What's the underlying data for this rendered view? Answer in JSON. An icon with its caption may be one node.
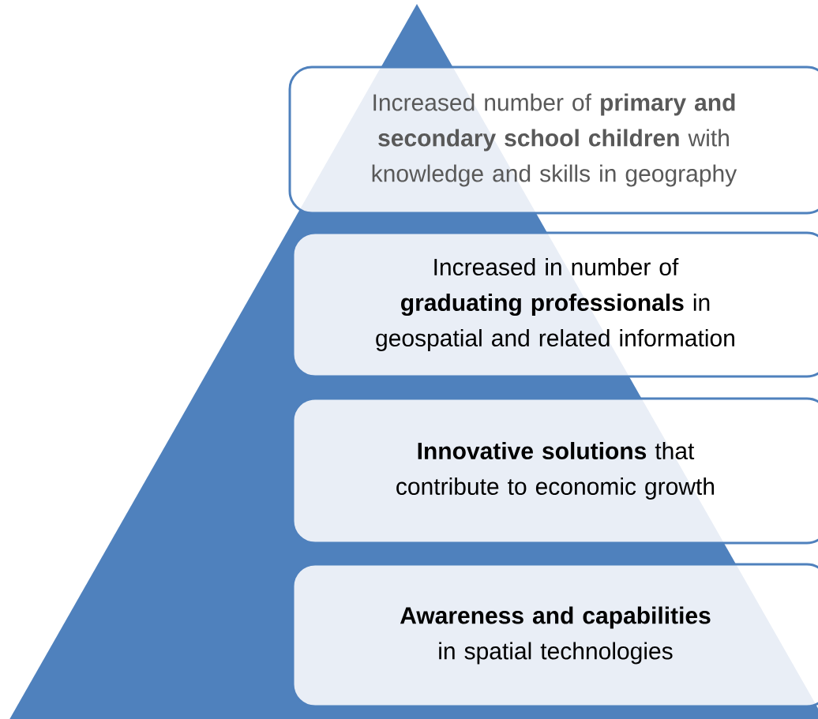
{
  "diagram": {
    "nodes": [
      {
        "text": [
          "Increased number of **primary and secondary school children** with knowledge and skills in geography"
        ]
      },
      {
        "text": [
          "Increased in number of **graduating professionals** in geospatial and related information"
        ]
      },
      {
        "text": [
          "**Innovative solutions** that contribute to economic growth"
        ]
      },
      {
        "text": [
          "**Awareness and capabilities** in spatial technologies"
        ]
      }
    ]
  }
}
